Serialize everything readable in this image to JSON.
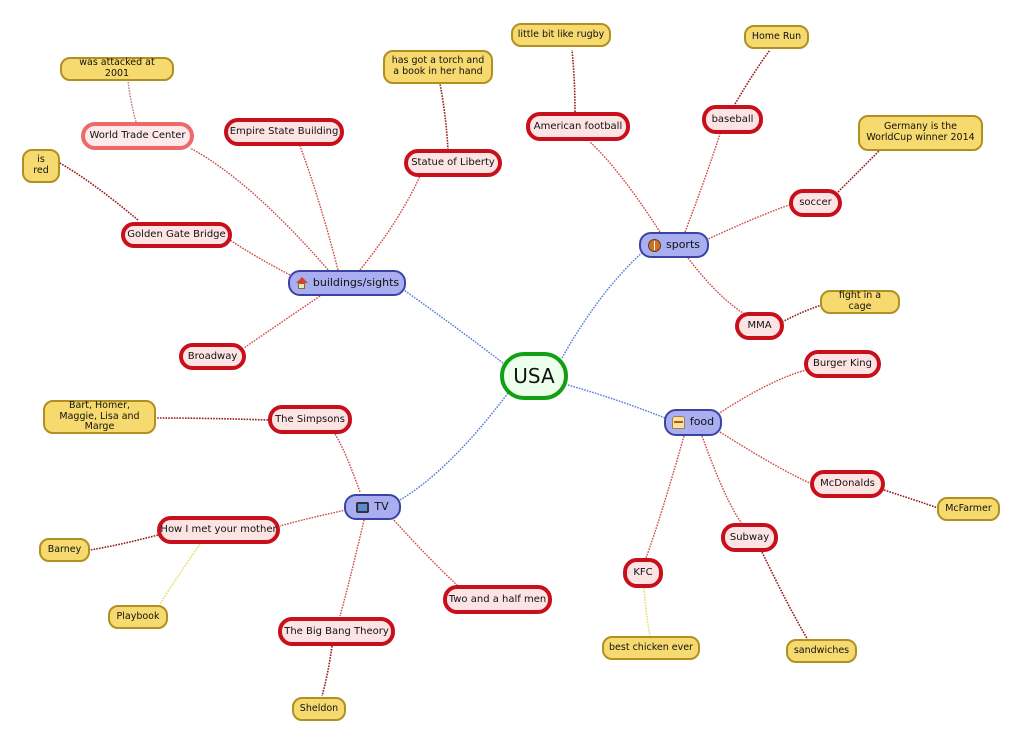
{
  "root": {
    "label": "USA"
  },
  "categories": {
    "buildings": {
      "label": "buildings/sights",
      "icon": "house-icon"
    },
    "sports": {
      "label": "sports",
      "icon": "football-icon"
    },
    "food": {
      "label": "food",
      "icon": "burger-icon"
    },
    "tv": {
      "label": "TV",
      "icon": "tv-icon"
    }
  },
  "buildings": {
    "wtc": "World Trade Center",
    "wtc_note": "was attacked at 2001",
    "empire": "Empire State Building",
    "liberty": "Statue of Liberty",
    "liberty_note": "has got a torch and a book in her hand",
    "golden_gate": "Golden Gate Bridge",
    "golden_gate_note": "is red",
    "broadway": "Broadway"
  },
  "sports": {
    "american_football": "American football",
    "american_football_note": "little bit like rugby",
    "baseball": "baseball",
    "baseball_note": "Home Run",
    "soccer": "soccer",
    "soccer_note": "Germany is the WorldCup winner 2014",
    "mma": "MMA",
    "mma_note": "fight in a cage"
  },
  "food": {
    "burger_king": "Burger King",
    "mcdonalds": "McDonalds",
    "mcdonalds_note": "McFarmer",
    "subway": "Subway",
    "subway_note": "sandwiches",
    "kfc": "KFC",
    "kfc_note": "best chicken ever"
  },
  "tv": {
    "simpsons": "The Simpsons",
    "simpsons_note": "Bart, Homer, Maggie, Lisa and Marge",
    "himym": "How I met your mother",
    "himym_note_barney": "Barney",
    "himym_note_playbook": "Playbook",
    "two_half_men": "Two and a half men",
    "big_bang": "The Big Bang Theory",
    "big_bang_note": "Sheldon"
  },
  "colors": {
    "root_border": "#12a012",
    "category_fill": "#a9aef0",
    "category_border": "#3b43a3",
    "leaf_border": "#c8101c",
    "note_fill": "#f6da70",
    "link_blue": "#5b7fd6",
    "link_red": "#d04848",
    "link_darkred": "#9a1a1a",
    "link_yellow": "#e8dc70"
  }
}
